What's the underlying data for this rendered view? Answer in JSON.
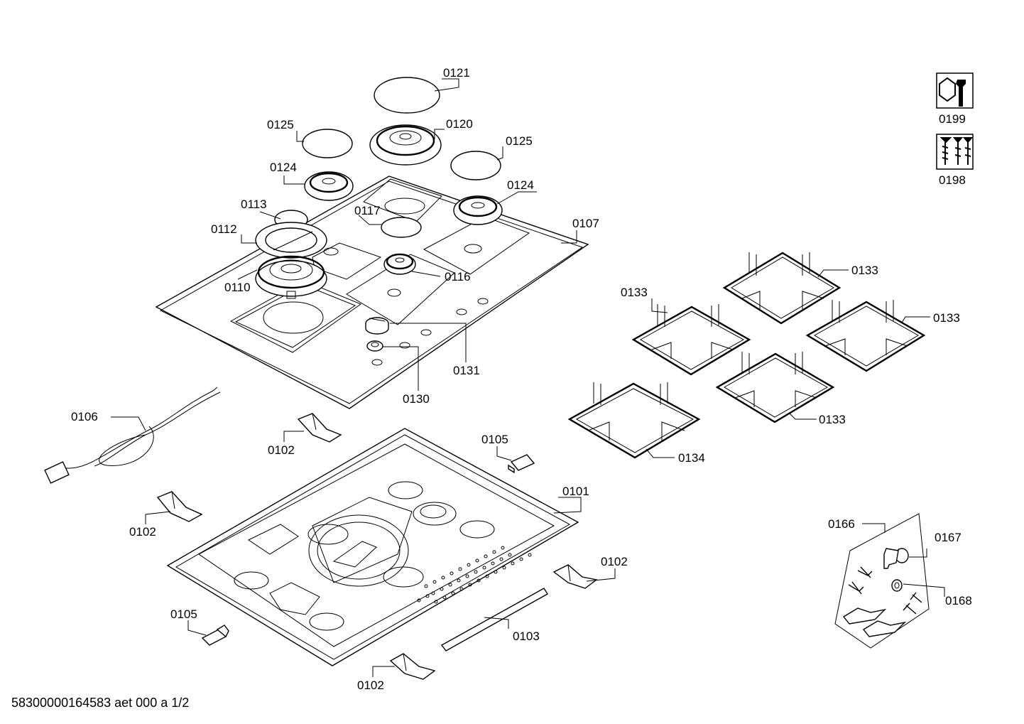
{
  "document_id": "58300000164583 aet 000 a 1/2",
  "icons": {
    "service": {
      "code": "0199",
      "icon": "wrench-nut-icon"
    },
    "fixing": {
      "code": "0198",
      "icon": "screws-icon"
    }
  },
  "labels": {
    "cover_large": "0121",
    "burner_large": "0120",
    "cover_small_left": "0125",
    "cover_small_right": "0125",
    "burner_small_left": "0124",
    "burner_small_right": "0124",
    "wok_cap": "0113",
    "wok_ring": "0112",
    "wok_burner": "0110",
    "cap_center": "0117",
    "burner_center": "0116",
    "hob_top": "0107",
    "knob": "0131",
    "knob_base": "0130",
    "cable": "0106",
    "bracket_top": "0102",
    "bracket_left": "0102",
    "bracket_right": "0102",
    "bracket_bottom": "0102",
    "clip_top": "0105",
    "clip_bottom": "0105",
    "base_tray": "0101",
    "seal_strip": "0103",
    "grate_back": "0133",
    "grate_left": "0133",
    "grate_right": "0133",
    "grate_front": "0133",
    "grate_wok": "0134",
    "kit": "0166",
    "kit_elbow": "0167",
    "kit_washer": "0168"
  }
}
